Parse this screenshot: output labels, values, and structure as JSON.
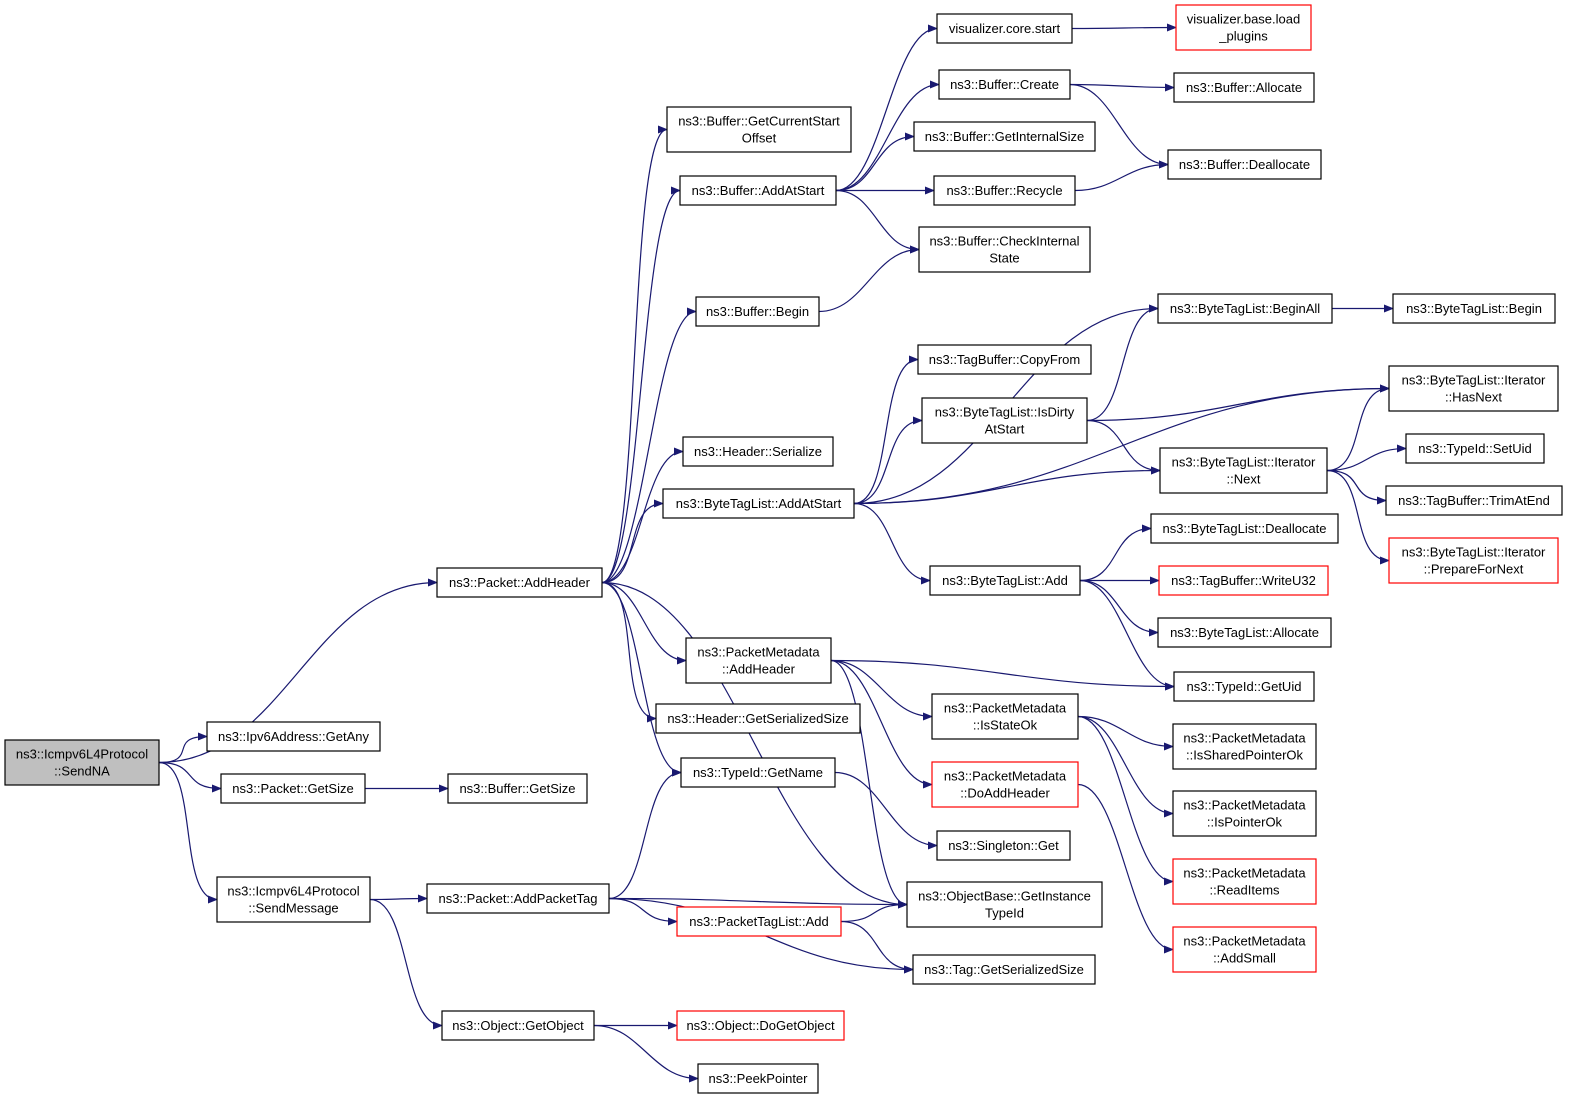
{
  "colors": {
    "edge": "#191970",
    "node_border": "#000000",
    "node_border_truncated": "#ff0000",
    "root_fill": "#bfbfbf",
    "node_fill": "#ffffff"
  },
  "nodes": [
    {
      "id": "root",
      "lines": [
        "ns3::Icmpv6L4Protocol",
        "::SendNA"
      ],
      "variant": "root"
    },
    {
      "id": "pkt_addheader",
      "lines": [
        "ns3::Packet::AddHeader"
      ],
      "variant": "normal"
    },
    {
      "id": "ipv6_getany",
      "lines": [
        "ns3::Ipv6Address::GetAny"
      ],
      "variant": "normal"
    },
    {
      "id": "pkt_getsize",
      "lines": [
        "ns3::Packet::GetSize"
      ],
      "variant": "normal"
    },
    {
      "id": "buf_getsize",
      "lines": [
        "ns3::Buffer::GetSize"
      ],
      "variant": "normal"
    },
    {
      "id": "icmp_sendmsg",
      "lines": [
        "ns3::Icmpv6L4Protocol",
        "::SendMessage"
      ],
      "variant": "normal"
    },
    {
      "id": "pkt_addpackettag",
      "lines": [
        "ns3::Packet::AddPacketTag"
      ],
      "variant": "normal"
    },
    {
      "id": "obj_getobject",
      "lines": [
        "ns3::Object::GetObject"
      ],
      "variant": "normal"
    },
    {
      "id": "obj_dogetobject",
      "lines": [
        "ns3::Object::DoGetObject"
      ],
      "variant": "truncated"
    },
    {
      "id": "peekpointer",
      "lines": [
        "ns3::PeekPointer"
      ],
      "variant": "normal"
    },
    {
      "id": "buf_getcurrentstart",
      "lines": [
        "ns3::Buffer::GetCurrentStart",
        "Offset"
      ],
      "variant": "normal"
    },
    {
      "id": "buf_addatstart",
      "lines": [
        "ns3::Buffer::AddAtStart"
      ],
      "variant": "normal"
    },
    {
      "id": "buf_begin",
      "lines": [
        "ns3::Buffer::Begin"
      ],
      "variant": "normal"
    },
    {
      "id": "hdr_serialize",
      "lines": [
        "ns3::Header::Serialize"
      ],
      "variant": "normal"
    },
    {
      "id": "btl_addatstart",
      "lines": [
        "ns3::ByteTagList::AddAtStart"
      ],
      "variant": "normal"
    },
    {
      "id": "pm_addheader",
      "lines": [
        "ns3::PacketMetadata",
        "::AddHeader"
      ],
      "variant": "normal"
    },
    {
      "id": "hdr_getserialsize",
      "lines": [
        "ns3::Header::GetSerializedSize"
      ],
      "variant": "normal"
    },
    {
      "id": "typeid_getname",
      "lines": [
        "ns3::TypeId::GetName"
      ],
      "variant": "normal"
    },
    {
      "id": "ptl_add",
      "lines": [
        "ns3::PacketTagList::Add"
      ],
      "variant": "truncated"
    },
    {
      "id": "viz_core_start",
      "lines": [
        "visualizer.core.start"
      ],
      "variant": "normal"
    },
    {
      "id": "viz_load_plugins",
      "lines": [
        "visualizer.base.load",
        "_plugins"
      ],
      "variant": "truncated"
    },
    {
      "id": "buf_create",
      "lines": [
        "ns3::Buffer::Create"
      ],
      "variant": "normal"
    },
    {
      "id": "buf_allocate",
      "lines": [
        "ns3::Buffer::Allocate"
      ],
      "variant": "normal"
    },
    {
      "id": "buf_getinternalsize",
      "lines": [
        "ns3::Buffer::GetInternalSize"
      ],
      "variant": "normal"
    },
    {
      "id": "buf_recycle",
      "lines": [
        "ns3::Buffer::Recycle"
      ],
      "variant": "normal"
    },
    {
      "id": "buf_deallocate",
      "lines": [
        "ns3::Buffer::Deallocate"
      ],
      "variant": "normal"
    },
    {
      "id": "buf_checkinternal",
      "lines": [
        "ns3::Buffer::CheckInternal",
        "State"
      ],
      "variant": "normal"
    },
    {
      "id": "btl_beginall",
      "lines": [
        "ns3::ByteTagList::BeginAll"
      ],
      "variant": "normal"
    },
    {
      "id": "btl_begin",
      "lines": [
        "ns3::ByteTagList::Begin"
      ],
      "variant": "normal"
    },
    {
      "id": "tagbuf_copyfrom",
      "lines": [
        "ns3::TagBuffer::CopyFrom"
      ],
      "variant": "normal"
    },
    {
      "id": "btl_isdirty",
      "lines": [
        "ns3::ByteTagList::IsDirty",
        "AtStart"
      ],
      "variant": "normal"
    },
    {
      "id": "btl_it_hasnext",
      "lines": [
        "ns3::ByteTagList::Iterator",
        "::HasNext"
      ],
      "variant": "normal"
    },
    {
      "id": "btl_it_next",
      "lines": [
        "ns3::ByteTagList::Iterator",
        "::Next"
      ],
      "variant": "normal"
    },
    {
      "id": "typeid_setuid",
      "lines": [
        "ns3::TypeId::SetUid"
      ],
      "variant": "normal"
    },
    {
      "id": "tagbuf_trimatend",
      "lines": [
        "ns3::TagBuffer::TrimAtEnd"
      ],
      "variant": "normal"
    },
    {
      "id": "btl_it_preparefornext",
      "lines": [
        "ns3::ByteTagList::Iterator",
        "::PrepareForNext"
      ],
      "variant": "truncated"
    },
    {
      "id": "btl_deallocate",
      "lines": [
        "ns3::ByteTagList::Deallocate"
      ],
      "variant": "normal"
    },
    {
      "id": "btl_add",
      "lines": [
        "ns3::ByteTagList::Add"
      ],
      "variant": "normal"
    },
    {
      "id": "tagbuf_writeu32",
      "lines": [
        "ns3::TagBuffer::WriteU32"
      ],
      "variant": "truncated"
    },
    {
      "id": "btl_allocate",
      "lines": [
        "ns3::ByteTagList::Allocate"
      ],
      "variant": "normal"
    },
    {
      "id": "typeid_getuid",
      "lines": [
        "ns3::TypeId::GetUid"
      ],
      "variant": "normal"
    },
    {
      "id": "pm_isstateok",
      "lines": [
        "ns3::PacketMetadata",
        "::IsStateOk"
      ],
      "variant": "normal"
    },
    {
      "id": "pm_dofaddheader",
      "lines": [
        "ns3::PacketMetadata",
        "::DoAddHeader"
      ],
      "variant": "truncated"
    },
    {
      "id": "pm_issharedpointerok",
      "lines": [
        "ns3::PacketMetadata",
        "::IsSharedPointerOk"
      ],
      "variant": "normal"
    },
    {
      "id": "pm_ispointerok",
      "lines": [
        "ns3::PacketMetadata",
        "::IsPointerOk"
      ],
      "variant": "normal"
    },
    {
      "id": "pm_readitems",
      "lines": [
        "ns3::PacketMetadata",
        "::ReadItems"
      ],
      "variant": "truncated"
    },
    {
      "id": "pm_addsmall",
      "lines": [
        "ns3::PacketMetadata",
        "::AddSmall"
      ],
      "variant": "truncated"
    },
    {
      "id": "singleton_get",
      "lines": [
        "ns3::Singleton::Get"
      ],
      "variant": "normal"
    },
    {
      "id": "objbase_getinstancetypeid",
      "lines": [
        "ns3::ObjectBase::GetInstance",
        "TypeId"
      ],
      "variant": "normal"
    },
    {
      "id": "tag_getserialsize",
      "lines": [
        "ns3::Tag::GetSerializedSize"
      ],
      "variant": "normal"
    }
  ],
  "edges": [
    {
      "from": "root",
      "to": "pkt_addheader"
    },
    {
      "from": "root",
      "to": "ipv6_getany"
    },
    {
      "from": "root",
      "to": "pkt_getsize"
    },
    {
      "from": "root",
      "to": "icmp_sendmsg"
    },
    {
      "from": "pkt_getsize",
      "to": "buf_getsize"
    },
    {
      "from": "icmp_sendmsg",
      "to": "pkt_addpackettag"
    },
    {
      "from": "icmp_sendmsg",
      "to": "obj_getobject"
    },
    {
      "from": "obj_getobject",
      "to": "obj_dogetobject"
    },
    {
      "from": "obj_getobject",
      "to": "peekpointer"
    },
    {
      "from": "pkt_addpackettag",
      "to": "typeid_getname"
    },
    {
      "from": "pkt_addpackettag",
      "to": "objbase_getinstancetypeid"
    },
    {
      "from": "pkt_addpackettag",
      "to": "ptl_add"
    },
    {
      "from": "pkt_addpackettag",
      "to": "tag_getserialsize"
    },
    {
      "from": "ptl_add",
      "to": "objbase_getinstancetypeid"
    },
    {
      "from": "ptl_add",
      "to": "tag_getserialsize"
    },
    {
      "from": "pkt_addheader",
      "to": "buf_getcurrentstart"
    },
    {
      "from": "pkt_addheader",
      "to": "buf_addatstart"
    },
    {
      "from": "pkt_addheader",
      "to": "buf_begin"
    },
    {
      "from": "pkt_addheader",
      "to": "hdr_serialize"
    },
    {
      "from": "pkt_addheader",
      "to": "btl_addatstart"
    },
    {
      "from": "pkt_addheader",
      "to": "pm_addheader"
    },
    {
      "from": "pkt_addheader",
      "to": "hdr_getserialsize"
    },
    {
      "from": "pkt_addheader",
      "to": "typeid_getname"
    },
    {
      "from": "pkt_addheader",
      "to": "objbase_getinstancetypeid"
    },
    {
      "from": "buf_addatstart",
      "to": "viz_core_start"
    },
    {
      "from": "buf_addatstart",
      "to": "buf_create"
    },
    {
      "from": "buf_addatstart",
      "to": "buf_getinternalsize"
    },
    {
      "from": "buf_addatstart",
      "to": "buf_recycle"
    },
    {
      "from": "buf_addatstart",
      "to": "buf_checkinternal"
    },
    {
      "from": "viz_core_start",
      "to": "viz_load_plugins"
    },
    {
      "from": "buf_create",
      "to": "buf_allocate"
    },
    {
      "from": "buf_create",
      "to": "buf_deallocate"
    },
    {
      "from": "buf_recycle",
      "to": "buf_deallocate"
    },
    {
      "from": "buf_begin",
      "to": "buf_checkinternal"
    },
    {
      "from": "btl_addatstart",
      "to": "btl_beginall"
    },
    {
      "from": "btl_addatstart",
      "to": "tagbuf_copyfrom"
    },
    {
      "from": "btl_addatstart",
      "to": "btl_isdirty"
    },
    {
      "from": "btl_addatstart",
      "to": "btl_it_hasnext"
    },
    {
      "from": "btl_addatstart",
      "to": "btl_it_next"
    },
    {
      "from": "btl_addatstart",
      "to": "btl_add"
    },
    {
      "from": "btl_beginall",
      "to": "btl_begin"
    },
    {
      "from": "btl_isdirty",
      "to": "btl_beginall"
    },
    {
      "from": "btl_isdirty",
      "to": "btl_it_hasnext"
    },
    {
      "from": "btl_isdirty",
      "to": "btl_it_next"
    },
    {
      "from": "btl_it_next",
      "to": "btl_it_hasnext"
    },
    {
      "from": "btl_it_next",
      "to": "typeid_setuid"
    },
    {
      "from": "btl_it_next",
      "to": "tagbuf_trimatend"
    },
    {
      "from": "btl_it_next",
      "to": "btl_it_preparefornext"
    },
    {
      "from": "btl_add",
      "to": "btl_deallocate"
    },
    {
      "from": "btl_add",
      "to": "tagbuf_writeu32"
    },
    {
      "from": "btl_add",
      "to": "btl_allocate"
    },
    {
      "from": "btl_add",
      "to": "typeid_getuid"
    },
    {
      "from": "pm_addheader",
      "to": "typeid_getuid"
    },
    {
      "from": "pm_addheader",
      "to": "pm_isstateok"
    },
    {
      "from": "pm_addheader",
      "to": "pm_dofaddheader"
    },
    {
      "from": "pm_addheader",
      "to": "objbase_getinstancetypeid"
    },
    {
      "from": "pm_isstateok",
      "to": "pm_issharedpointerok"
    },
    {
      "from": "pm_isstateok",
      "to": "pm_ispointerok"
    },
    {
      "from": "pm_isstateok",
      "to": "pm_readitems"
    },
    {
      "from": "pm_dofaddheader",
      "to": "pm_addsmall"
    },
    {
      "from": "typeid_getname",
      "to": "singleton_get"
    }
  ]
}
